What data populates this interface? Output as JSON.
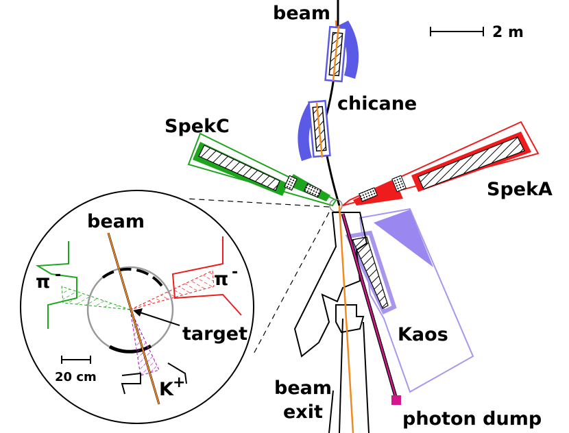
{
  "labels": {
    "beam_top": "beam",
    "scale_main": "2 m",
    "chicane": "chicane",
    "spekc": "SpekC",
    "speka": "SpekA",
    "kaos": "Kaos",
    "beam_exit_1": "beam",
    "beam_exit_2": "exit",
    "photon_dump": "photon dump"
  },
  "inset": {
    "beam": "beam",
    "pi_left": "π",
    "pi_right": "π",
    "minus": "-",
    "target": "target",
    "kaon": "K",
    "plus": "+",
    "scale": "20 cm"
  },
  "colors": {
    "spekc": "#1ea51e",
    "speka": "#ee1c1c",
    "kaos": "#a896ee",
    "kaos_fill": "#9b87f0",
    "chicane": "#5a5ae6",
    "beam_line": "#f08a1e",
    "photon": "#d4188c",
    "kaon_cone": "#b030c0"
  }
}
